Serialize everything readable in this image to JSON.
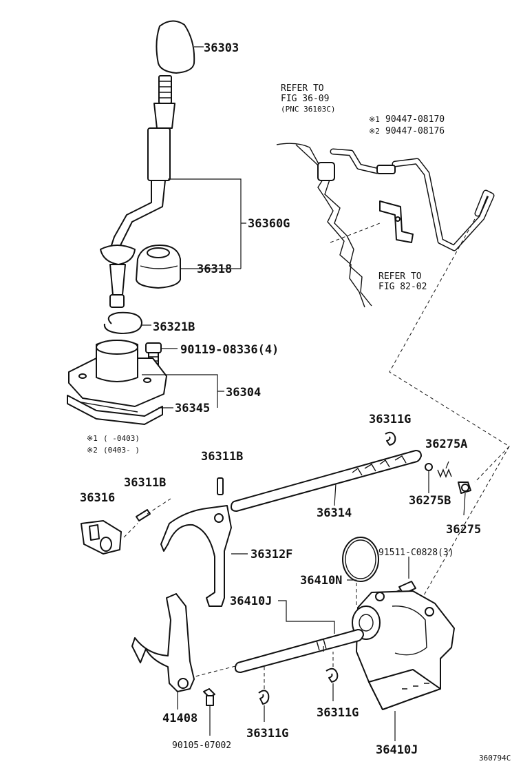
{
  "labels": {
    "p36303": "36303",
    "p36360G": "36360G",
    "p36318": "36318",
    "p36321B": "36321B",
    "p90119": "90119-08336(4)",
    "p36304": "36304",
    "p36345": "36345",
    "p36311G_top": "36311G",
    "p36275A": "36275A",
    "p36275B": "36275B",
    "p36275": "36275",
    "p36314": "36314",
    "p36311B_a": "36311B",
    "p36311B_b": "36311B",
    "p36316": "36316",
    "p36312F": "36312F",
    "p91511": "91511-C0828(3)",
    "p36410N": "36410N",
    "p36410J_a": "36410J",
    "p36410J_b": "36410J",
    "p41408": "41408",
    "p36311G_bl": "36311G",
    "p36311G_br": "36311G",
    "p90105": "90105-07002"
  },
  "refer_top": {
    "line1": "REFER TO",
    "line2": "FIG 36-09",
    "line3": "(PNC 36103C)"
  },
  "refer_right": {
    "line1": "REFER TO",
    "line2": "FIG 82-02"
  },
  "alt_parts": {
    "a1_mark": "※1",
    "a1_part": "90447-08170",
    "a2_mark": "※2",
    "a2_part": "90447-08176"
  },
  "notes": {
    "n1_mark": "※1",
    "n1_range": "(     -0403)",
    "n2_mark": "※2",
    "n2_range": "(0403-     )"
  },
  "figure_code": "360794C"
}
